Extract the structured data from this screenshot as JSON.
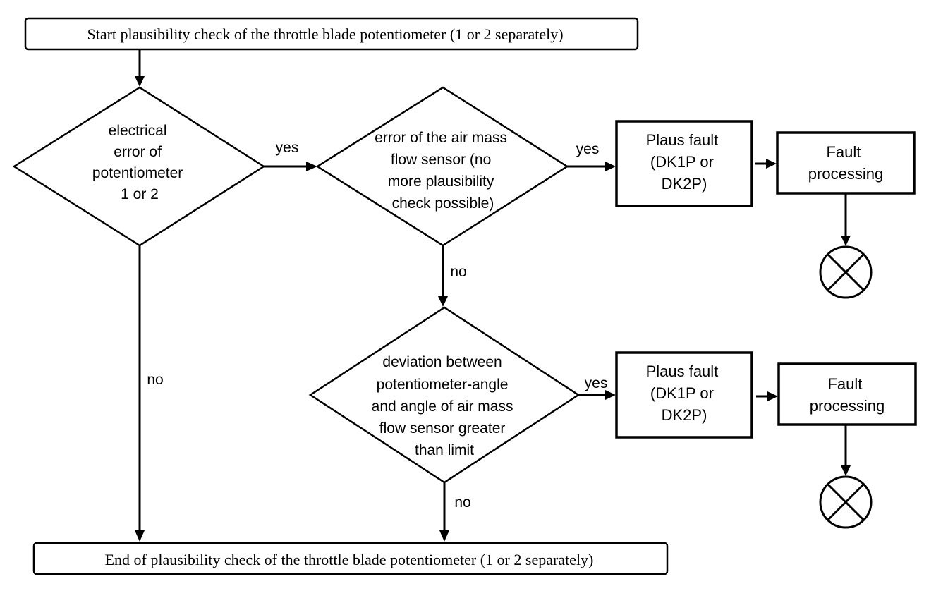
{
  "start_label": "Start plausibility check of the throttle blade potentiometer (1 or 2 separately)",
  "end_label": "End of plausibility check of the throttle blade potentiometer (1 or 2 separately)",
  "decisions": {
    "electrical_error": [
      "electrical",
      "error of",
      "potentiometer",
      "1 or 2"
    ],
    "air_mass_error": [
      "error of the air mass",
      "flow sensor (no",
      "more plausibility",
      "check possible)"
    ],
    "deviation": [
      "deviation between",
      "potentiometer-angle",
      "and angle of air mass",
      "flow sensor greater",
      "than limit"
    ]
  },
  "plaus_fault": [
    "Plaus fault",
    "(DK1P or",
    "DK2P)"
  ],
  "fault_processing": [
    "Fault",
    "processing"
  ],
  "edge_labels": {
    "yes": "yes",
    "no": "no"
  },
  "terminator_icon": "circle-x-terminator-icon"
}
